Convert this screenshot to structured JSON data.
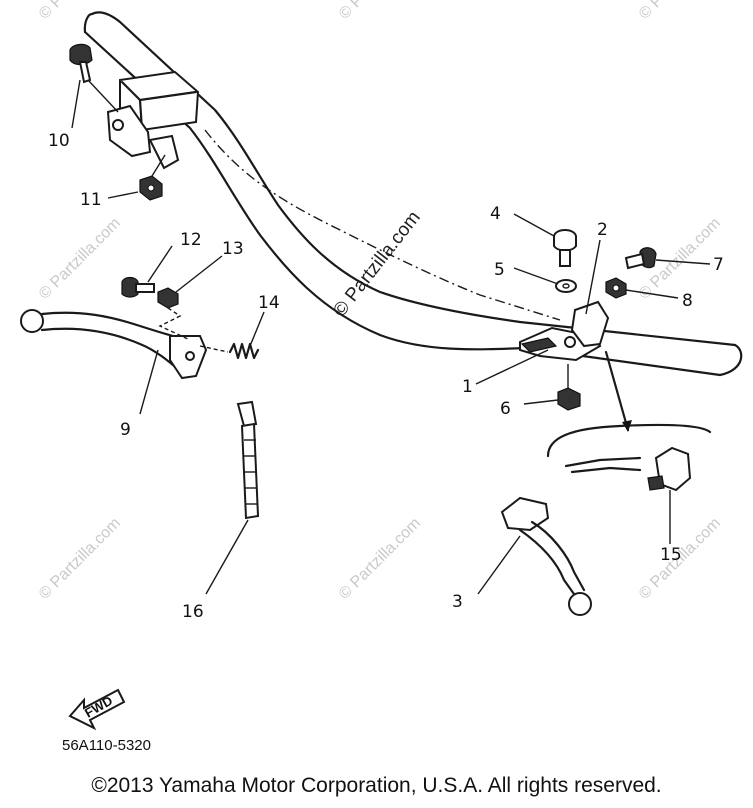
{
  "watermark": {
    "text": "© Partzilla.com",
    "main_text": "© Partzilla.com"
  },
  "diagram_code": "56A110-5320",
  "fwd_label": "FWD",
  "copyright": "©2013 Yamaha Motor Corporation, U.S.A. All rights reserved.",
  "callouts": [
    {
      "id": "1",
      "label": "1"
    },
    {
      "id": "2",
      "label": "2"
    },
    {
      "id": "3",
      "label": "3"
    },
    {
      "id": "4",
      "label": "4"
    },
    {
      "id": "5",
      "label": "5"
    },
    {
      "id": "6",
      "label": "6"
    },
    {
      "id": "7",
      "label": "7"
    },
    {
      "id": "8",
      "label": "8"
    },
    {
      "id": "9",
      "label": "9"
    },
    {
      "id": "10",
      "label": "10"
    },
    {
      "id": "11",
      "label": "11"
    },
    {
      "id": "12",
      "label": "12"
    },
    {
      "id": "13",
      "label": "13"
    },
    {
      "id": "14",
      "label": "14"
    },
    {
      "id": "15",
      "label": "15"
    },
    {
      "id": "16",
      "label": "16"
    }
  ]
}
